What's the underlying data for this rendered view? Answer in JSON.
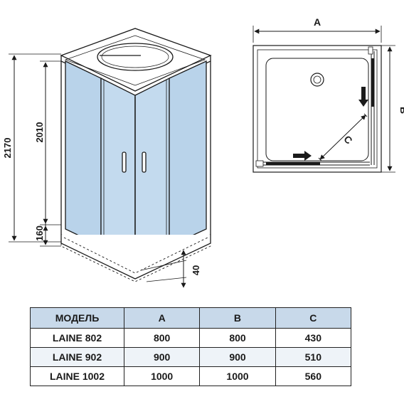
{
  "side_view": {
    "dim_total_height": "2170",
    "dim_door_height": "2010",
    "dim_tray_height": "160",
    "dim_tray_offset": "40"
  },
  "top_view": {
    "dim_width": "A",
    "dim_depth": "B",
    "dim_diagonal": "C"
  },
  "table": {
    "headers": [
      "МОДЕЛЬ",
      "A",
      "B",
      "C"
    ],
    "rows": [
      {
        "model": "LAINE 802",
        "a": "800",
        "b": "800",
        "c": "430"
      },
      {
        "model": "LAINE 902",
        "a": "900",
        "b": "900",
        "c": "510"
      },
      {
        "model": "LAINE 1002",
        "a": "1000",
        "b": "1000",
        "c": "560"
      }
    ]
  },
  "colors": {
    "glass": "#b9d3ea",
    "glass_light": "#d5e5f3",
    "line": "#1a1a1a",
    "arrow": "#1a1a1a",
    "header_bg": "#c8d9ea"
  }
}
